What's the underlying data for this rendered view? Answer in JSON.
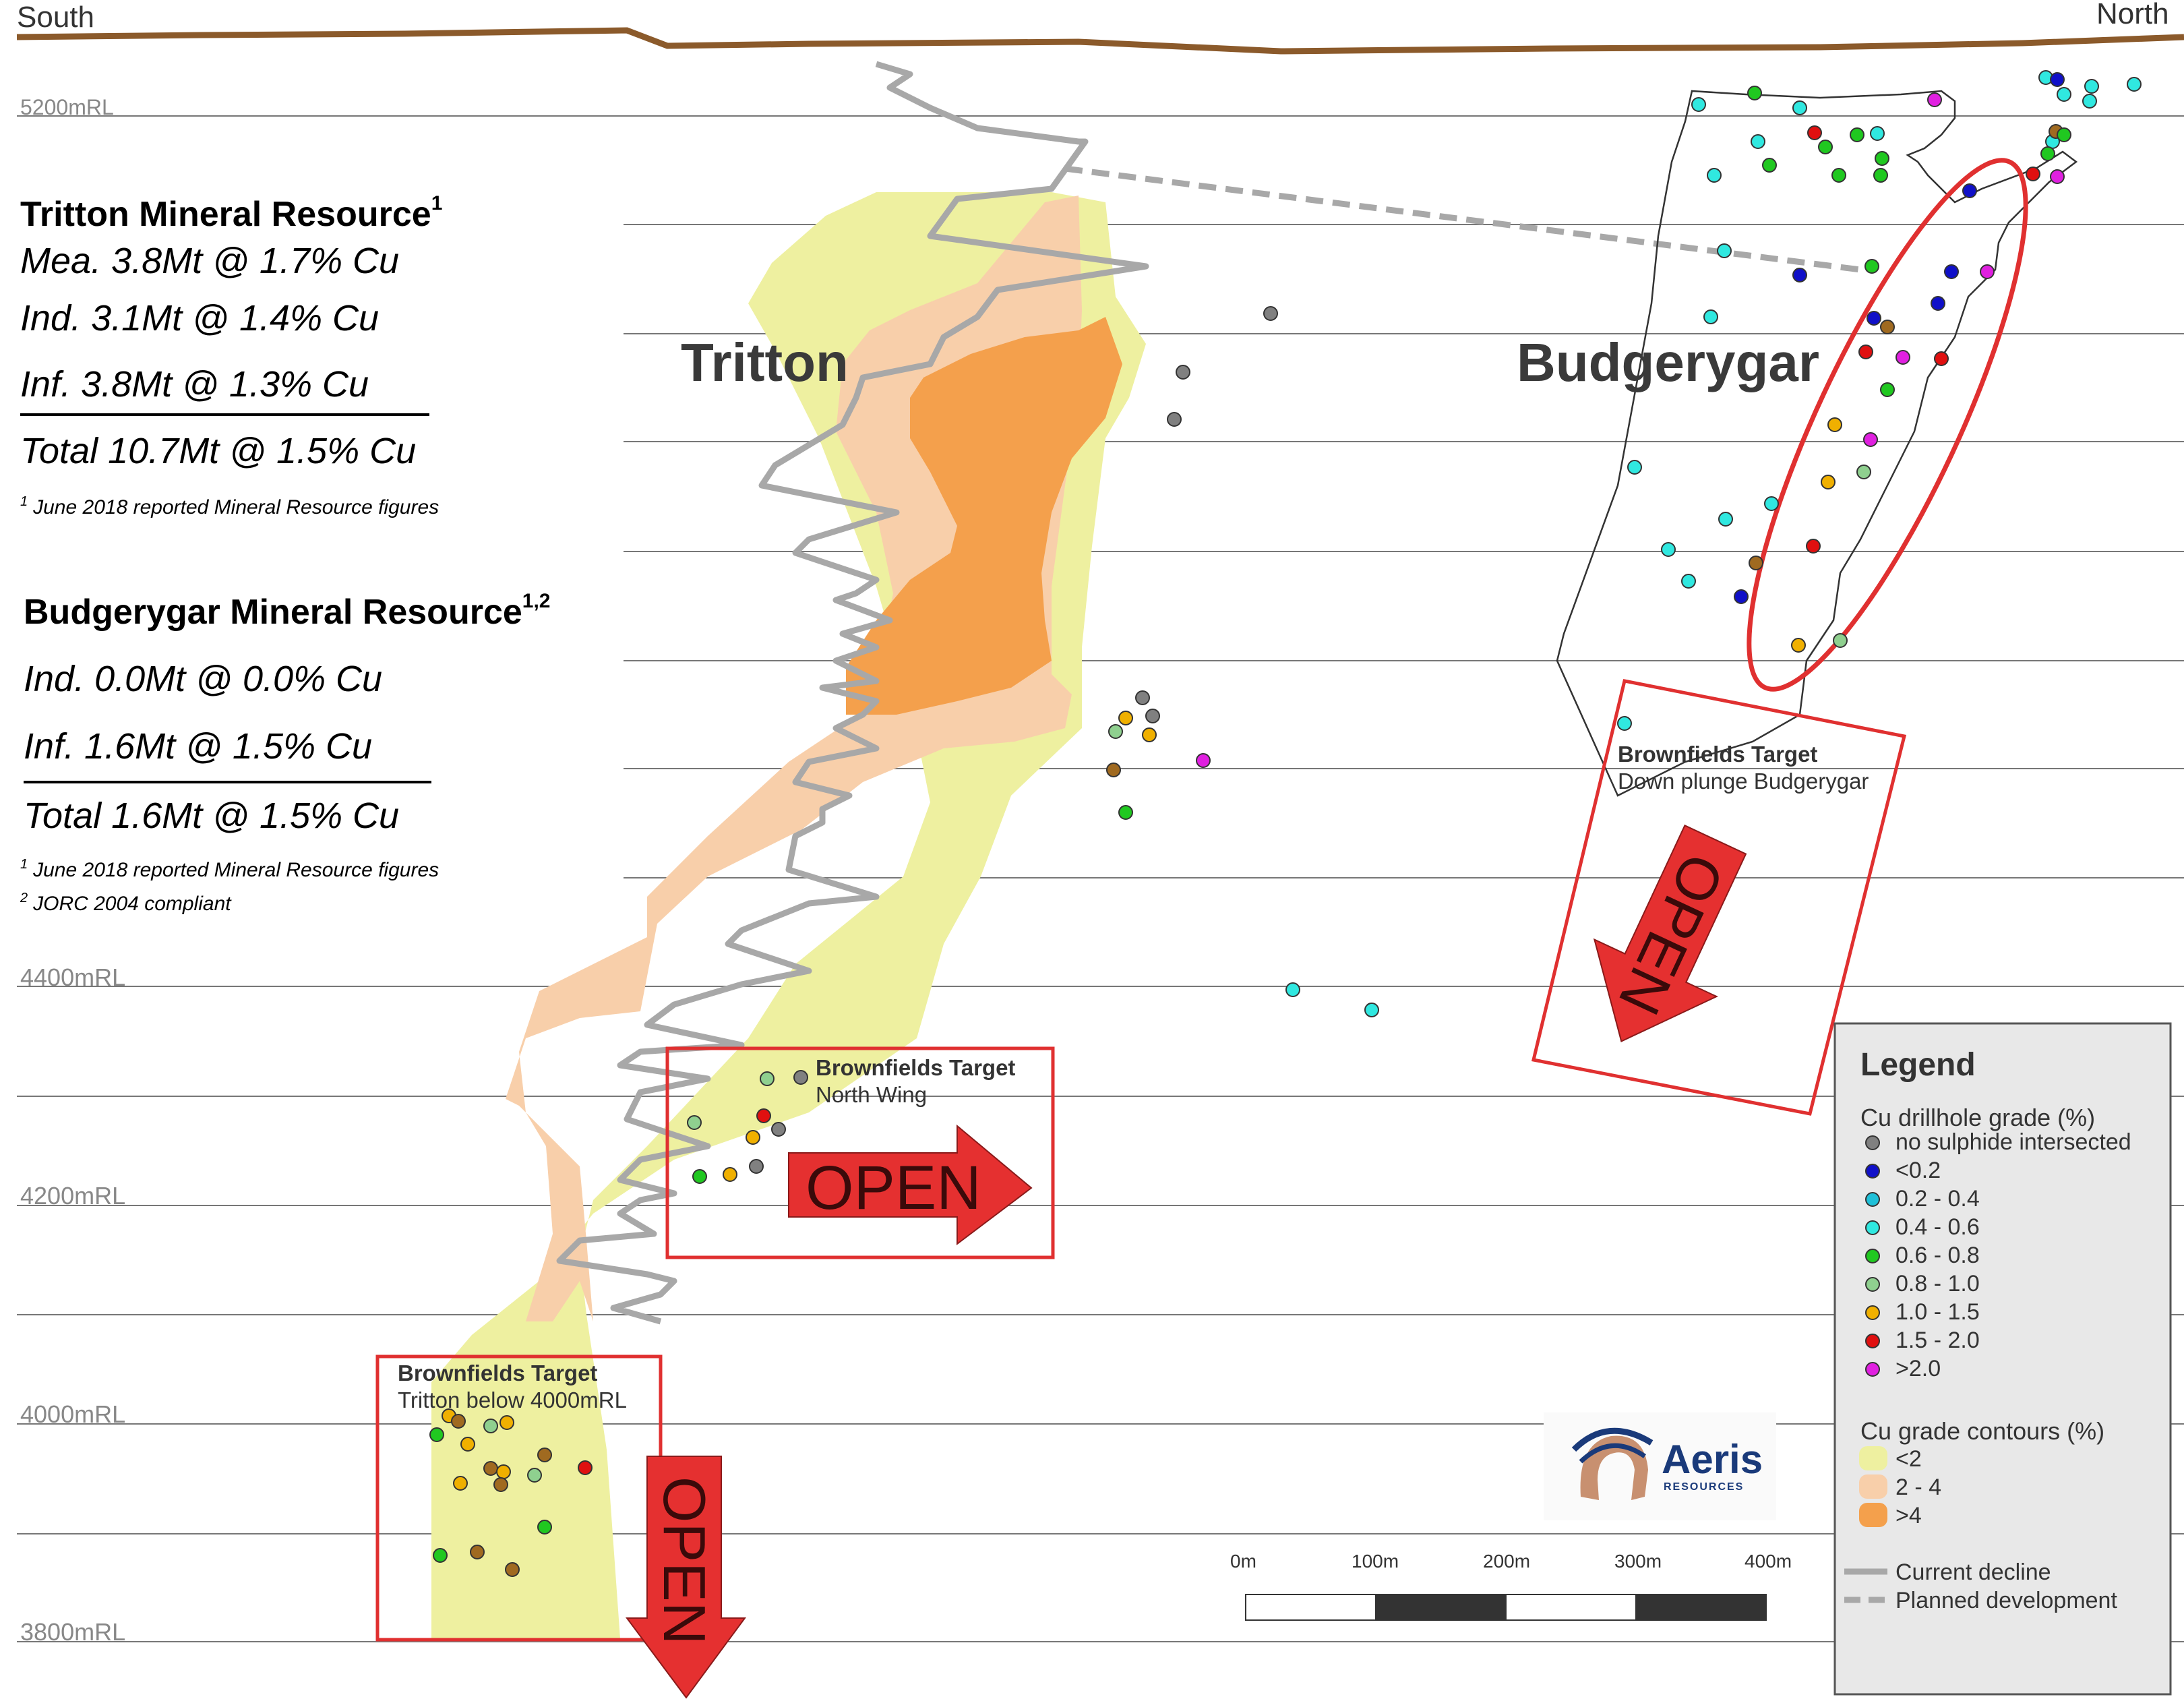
{
  "section": {
    "south_label": "South",
    "north_label": "North",
    "rl_labels": {
      "l5200": "5200mRL",
      "l4400": "4400mRL",
      "l4200": "4200mRL",
      "l4000": "4000mRL",
      "l3800": "3800mRL"
    },
    "tritton_label": "Tritton",
    "budgerygar_label": "Budgerygar"
  },
  "tritton_resource": {
    "title": "Tritton Mineral Resource",
    "title_sup": "1",
    "measured": "Mea. 3.8Mt @ 1.7% Cu",
    "indicated": "Ind. 3.1Mt @ 1.4% Cu",
    "inferred": "Inf. 3.8Mt @ 1.3% Cu",
    "total": "Total 10.7Mt @ 1.5% Cu",
    "footnote_sup": "1",
    "footnote": "June 2018 reported Mineral Resource figures"
  },
  "budgerygar_resource": {
    "title": "Budgerygar Mineral Resource",
    "title_sup": "1,2",
    "indicated": "Ind. 0.0Mt @ 0.0% Cu",
    "inferred": "Inf. 1.6Mt @ 1.5% Cu",
    "total": "Total 1.6Mt @ 1.5% Cu",
    "footnote1_sup": "1",
    "footnote1": "June 2018 reported Mineral Resource figures",
    "footnote2_sup": "2",
    "footnote2": "JORC 2004 compliant"
  },
  "targets": {
    "north_wing": {
      "title": "Brownfields Target",
      "subtitle": "North Wing",
      "open": "OPEN"
    },
    "down_plunge": {
      "title": "Brownfields Target",
      "subtitle": "Down plunge Budgerygar",
      "open": "OPEN"
    },
    "below_4000": {
      "title": "Brownfields Target",
      "subtitle": "Tritton below 4000mRL",
      "open": "OPEN"
    }
  },
  "scale_bar": {
    "ticks": [
      "0m",
      "100m",
      "200m",
      "300m",
      "400m"
    ]
  },
  "logo": {
    "name": "Aeris",
    "sub": "RESOURCES"
  },
  "legend": {
    "title": "Legend",
    "drill_title": "Cu drillhole grade (%)",
    "drill_items": [
      {
        "label": "no sulphide intersected",
        "color": "#808080"
      },
      {
        "label": "<0.2",
        "color": "#1010c8"
      },
      {
        "label": "0.2 - 0.4",
        "color": "#1fc0d8"
      },
      {
        "label": "0.4 - 0.6",
        "color": "#30e8e0"
      },
      {
        "label": "0.6 - 0.8",
        "color": "#20c820"
      },
      {
        "label": "0.8 - 1.0",
        "color": "#8fd08f"
      },
      {
        "label": "1.0 - 1.5",
        "color": "#f0b000"
      },
      {
        "label": "1.5 - 2.0",
        "color": "#e01010"
      },
      {
        "label": ">2.0",
        "color": "#e020e0"
      }
    ],
    "contour_title": "Cu grade contours (%)",
    "contour_items": [
      {
        "label": "<2",
        "color": "#eef0a0"
      },
      {
        "label": "2 - 4",
        "color": "#f8cfaa"
      },
      {
        "label": ">4",
        "color": "#f4a04c"
      }
    ],
    "line_items": [
      {
        "label": "Current decline",
        "style": "solid"
      },
      {
        "label": "Planned development",
        "style": "dashed"
      }
    ]
  },
  "colors": {
    "surface": "#8b5a2b",
    "decline": "#a8a8a8",
    "target_box": "#e03030",
    "open_arrow": "#e53030",
    "brown_hole": "#a06a20"
  }
}
